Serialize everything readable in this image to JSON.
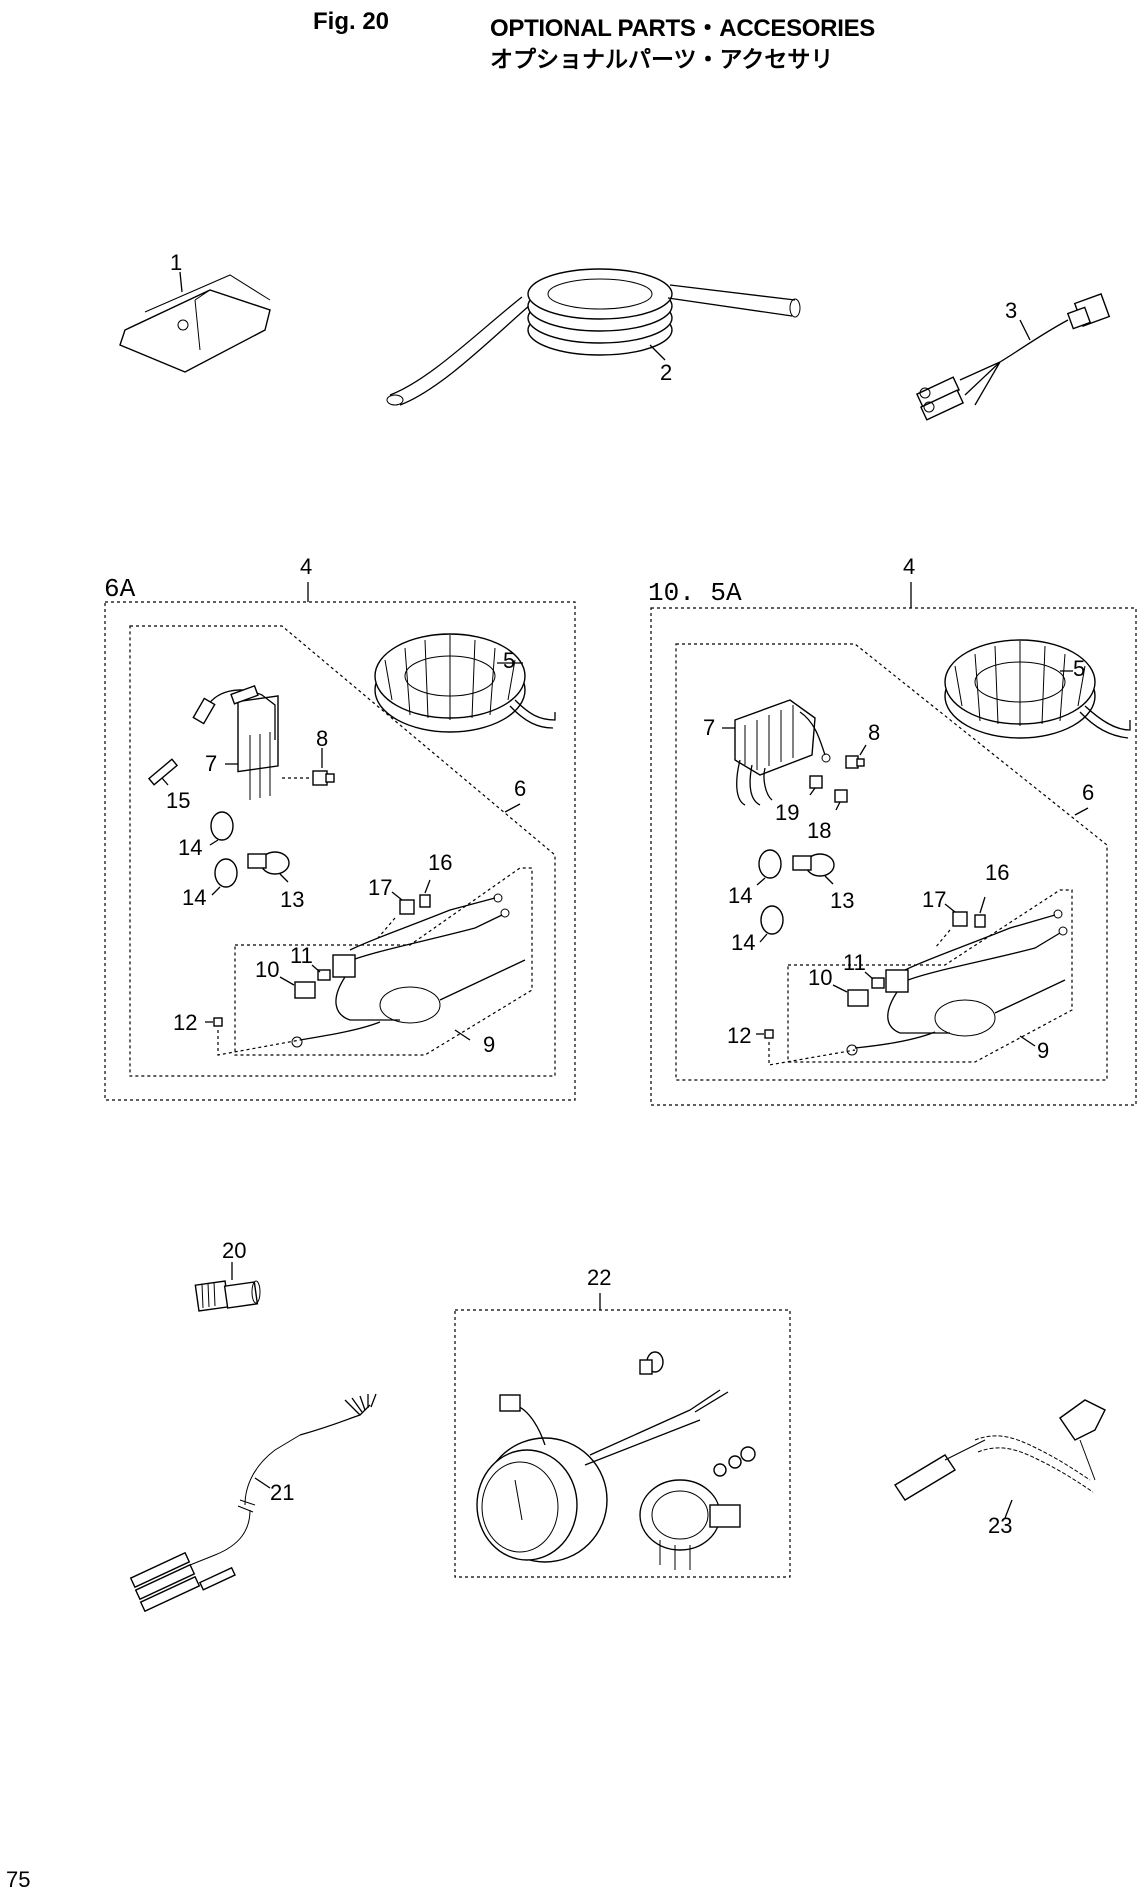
{
  "header": {
    "fig_label": "Fig. 20",
    "title_en": "OPTIONAL PARTS・ACCESORIES",
    "title_jp": "オプショナルパーツ・アクセサリ"
  },
  "page_number": "75",
  "sections": {
    "left_variant": "6A",
    "right_variant": "10. 5A"
  },
  "callouts": {
    "p1": "1",
    "p2": "2",
    "p3": "3",
    "L4": "4",
    "L5": "5",
    "L6": "6",
    "L7": "7",
    "L8": "8",
    "L9": "9",
    "L10": "10",
    "L11": "11",
    "L12": "12",
    "L13": "13",
    "L14a": "14",
    "L14b": "14",
    "L15": "15",
    "L16": "16",
    "L17": "17",
    "R4": "4",
    "R5": "5",
    "R6": "6",
    "R7": "7",
    "R8": "8",
    "R9": "9",
    "R10": "10",
    "R11": "11",
    "R12": "12",
    "R13": "13",
    "R14a": "14",
    "R14b": "14",
    "R16": "16",
    "R17": "17",
    "R18": "18",
    "R19": "19",
    "p20": "20",
    "p21": "21",
    "p22": "22",
    "p23": "23"
  }
}
